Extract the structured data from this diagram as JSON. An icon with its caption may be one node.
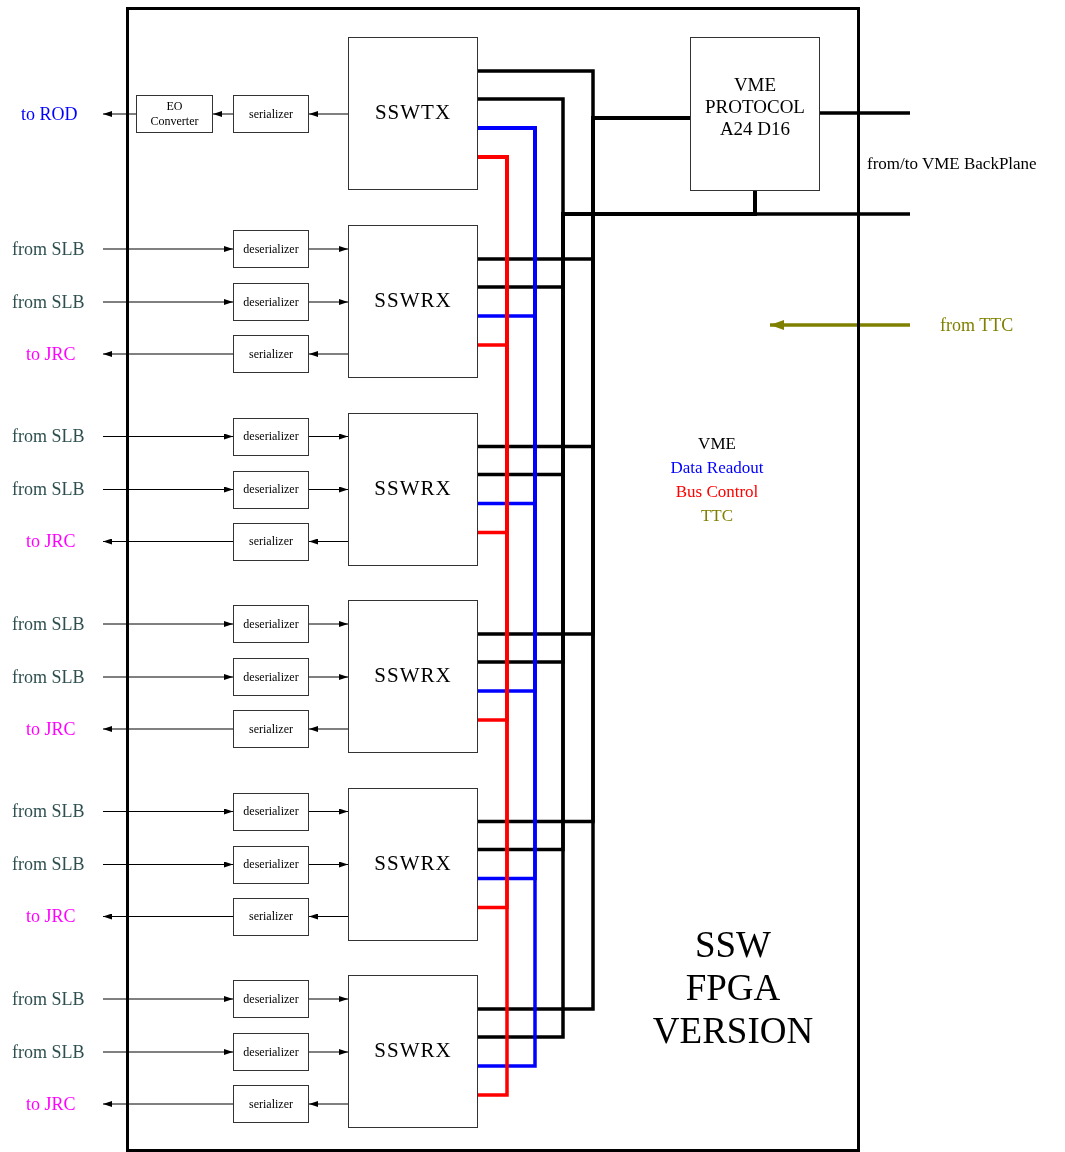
{
  "diagram": {
    "nodes": [
      {
        "text": [
          "SSW FPGA VERSION"
        ]
      },
      {
        "text": [
          "SSWTX"
        ],
        "in": 0
      },
      {
        "text": [
          "EO Converter"
        ],
        "in": 0
      },
      {
        "text": [
          "serializer"
        ],
        "in": 0
      },
      {
        "text": [
          "to ROD"
        ]
      },
      {
        "text": [
          "VME PROTOCOL A24 D16"
        ],
        "in": 0
      },
      {
        "text": [
          "from TTC"
        ]
      },
      {
        "text": [
          "from SLB"
        ]
      },
      {
        "text": [
          "deserializer"
        ],
        "in": 0
      },
      {
        "text": [
          "from SLB"
        ]
      },
      {
        "text": [
          "deserializer"
        ],
        "in": 0
      },
      {
        "text": [
          "SSWRX"
        ],
        "in": 0
      },
      {
        "text": [
          "to JRC"
        ]
      },
      {
        "text": [
          "serializer"
        ],
        "in": 0
      },
      {
        "text": [
          "from SLB"
        ]
      },
      {
        "text": [
          "deserializer"
        ],
        "in": 0
      },
      {
        "text": [
          "from SLB"
        ]
      },
      {
        "text": [
          "deserializer"
        ],
        "in": 0
      },
      {
        "text": [
          "SSWRX"
        ],
        "in": 0
      },
      {
        "text": [
          "to JRC"
        ]
      },
      {
        "text": [
          "serializer"
        ],
        "in": 0
      },
      {
        "text": [
          "from SLB"
        ]
      },
      {
        "text": [
          "deserializer"
        ],
        "in": 0
      },
      {
        "text": [
          "from SLB"
        ]
      },
      {
        "text": [
          "deserializer"
        ],
        "in": 0
      },
      {
        "text": [
          "SSWRX"
        ],
        "in": 0
      },
      {
        "text": [
          "to JRC"
        ]
      },
      {
        "text": [
          "serializer"
        ],
        "in": 0
      },
      {
        "text": [
          "from SLB"
        ]
      },
      {
        "text": [
          "deserializer"
        ],
        "in": 0
      },
      {
        "text": [
          "from SLB"
        ]
      },
      {
        "text": [
          "deserializer"
        ],
        "in": 0
      },
      {
        "text": [
          "SSWRX"
        ],
        "in": 0
      },
      {
        "text": [
          "to JRC"
        ]
      },
      {
        "text": [
          "serializer"
        ],
        "in": 0
      },
      {
        "text": [
          "from SLB"
        ]
      },
      {
        "text": [
          "deserializer"
        ],
        "in": 0
      },
      {
        "text": [
          "from SLB"
        ]
      },
      {
        "text": [
          "deserializer"
        ],
        "in": 0
      },
      {
        "text": [
          "SSWRX"
        ],
        "in": 0
      },
      {
        "text": [
          "to JRC"
        ]
      },
      {
        "text": [
          "serializer"
        ],
        "in": 0
      }
    ],
    "edges": [
      {
        "from": 1,
        "to": 3,
        "arrow": "to"
      },
      {
        "from": 3,
        "to": 2,
        "arrow": "to"
      },
      {
        "from": 2,
        "to": 4,
        "arrow": "to"
      },
      {
        "from": 1,
        "to": 5,
        "arrow": "none",
        "style": "thick"
      },
      {
        "from": 1,
        "to": 5,
        "arrow": "none",
        "style": "thick"
      },
      {
        "from": 5,
        "to": null,
        "arrow": "none",
        "style": "thick"
      },
      {
        "from": 5,
        "to": null,
        "arrow": "none",
        "style": "thick"
      },
      {
        "from": 6,
        "to": null,
        "arrow": "to",
        "style": "thick",
        "color": "#808000"
      },
      {
        "from": 7,
        "to": 8,
        "arrow": "to"
      },
      {
        "from": 8,
        "to": 11,
        "arrow": "to"
      },
      {
        "from": 9,
        "to": 10,
        "arrow": "to"
      },
      {
        "from": 10,
        "to": 11,
        "arrow": "to"
      },
      {
        "from": 11,
        "to": 13,
        "arrow": "to"
      },
      {
        "from": 13,
        "to": 12,
        "arrow": "to"
      },
      {
        "from": 11,
        "to": 5,
        "arrow": "none",
        "style": "thick"
      },
      {
        "from": 11,
        "to": 5,
        "arrow": "none",
        "style": "thick"
      },
      {
        "from": 11,
        "to": 1,
        "arrow": "none",
        "style": "thick",
        "color": "#0000ff"
      },
      {
        "from": 11,
        "to": 1,
        "arrow": "none",
        "style": "thick",
        "color": "#ff0000"
      },
      {
        "from": 14,
        "to": 15,
        "arrow": "to"
      },
      {
        "from": 15,
        "to": 18,
        "arrow": "to"
      },
      {
        "from": 16,
        "to": 17,
        "arrow": "to"
      },
      {
        "from": 17,
        "to": 18,
        "arrow": "to"
      },
      {
        "from": 18,
        "to": 20,
        "arrow": "to"
      },
      {
        "from": 20,
        "to": 19,
        "arrow": "to"
      },
      {
        "from": 18,
        "to": 5,
        "arrow": "none",
        "style": "thick"
      },
      {
        "from": 18,
        "to": 5,
        "arrow": "none",
        "style": "thick"
      },
      {
        "from": 18,
        "to": 1,
        "arrow": "none",
        "style": "thick",
        "color": "#0000ff"
      },
      {
        "from": 18,
        "to": 1,
        "arrow": "none",
        "style": "thick",
        "color": "#ff0000"
      },
      {
        "from": 21,
        "to": 22,
        "arrow": "to"
      },
      {
        "from": 22,
        "to": 25,
        "arrow": "to"
      },
      {
        "from": 23,
        "to": 24,
        "arrow": "to"
      },
      {
        "from": 24,
        "to": 25,
        "arrow": "to"
      },
      {
        "from": 25,
        "to": 27,
        "arrow": "to"
      },
      {
        "from": 27,
        "to": 26,
        "arrow": "to"
      },
      {
        "from": 25,
        "to": 5,
        "arrow": "none",
        "style": "thick"
      },
      {
        "from": 25,
        "to": 5,
        "arrow": "none",
        "style": "thick"
      },
      {
        "from": 25,
        "to": 1,
        "arrow": "none",
        "style": "thick",
        "color": "#0000ff"
      },
      {
        "from": 25,
        "to": 1,
        "arrow": "none",
        "style": "thick",
        "color": "#ff0000"
      },
      {
        "from": 28,
        "to": 29,
        "arrow": "to"
      },
      {
        "from": 29,
        "to": 32,
        "arrow": "to"
      },
      {
        "from": 30,
        "to": 31,
        "arrow": "to"
      },
      {
        "from": 31,
        "to": 32,
        "arrow": "to"
      },
      {
        "from": 32,
        "to": 34,
        "arrow": "to"
      },
      {
        "from": 34,
        "to": 33,
        "arrow": "to"
      },
      {
        "from": 32,
        "to": 5,
        "arrow": "none",
        "style": "thick"
      },
      {
        "from": 32,
        "to": 5,
        "arrow": "none",
        "style": "thick"
      },
      {
        "from": 32,
        "to": 1,
        "arrow": "none",
        "style": "thick",
        "color": "#0000ff"
      },
      {
        "from": 32,
        "to": 1,
        "arrow": "none",
        "style": "thick",
        "color": "#ff0000"
      },
      {
        "from": 35,
        "to": 36,
        "arrow": "to"
      },
      {
        "from": 36,
        "to": 39,
        "arrow": "to"
      },
      {
        "from": 37,
        "to": 38,
        "arrow": "to"
      },
      {
        "from": 38,
        "to": 39,
        "arrow": "to"
      },
      {
        "from": 39,
        "to": 41,
        "arrow": "to"
      },
      {
        "from": 41,
        "to": 40,
        "arrow": "to"
      },
      {
        "from": 39,
        "to": 5,
        "arrow": "none",
        "style": "thick"
      },
      {
        "from": 39,
        "to": 5,
        "arrow": "none",
        "style": "thick"
      },
      {
        "from": 39,
        "to": 1,
        "arrow": "none",
        "style": "thick",
        "color": "#0000ff"
      },
      {
        "from": 39,
        "to": 1,
        "arrow": "none",
        "style": "thick",
        "color": "#ff0000"
      }
    ],
    "labels": [
      "from/to VME BackPlane"
    ],
    "legend": [
      {
        "text": "VME",
        "color": "#000000"
      },
      {
        "text": "Data Readout",
        "color": "#0000ff"
      },
      {
        "text": "Bus Control",
        "color": "#ff0000"
      },
      {
        "text": "TTC",
        "color": "#808000"
      }
    ]
  }
}
